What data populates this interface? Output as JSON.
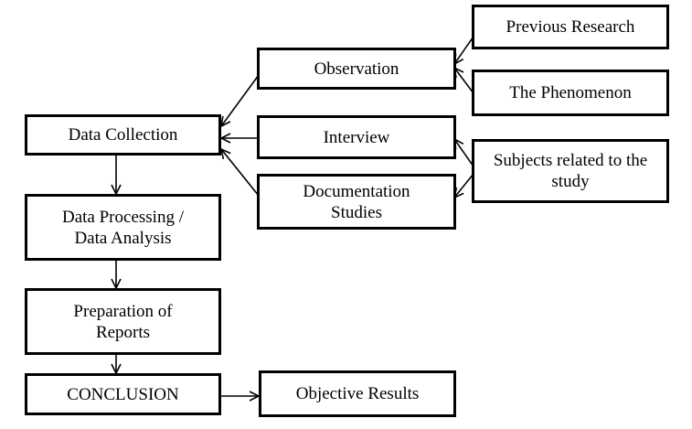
{
  "diagram": {
    "nodes": {
      "previous_research": "Previous Research",
      "the_phenomenon": "The Phenomenon",
      "observation": "Observation",
      "interview": "Interview",
      "documentation_studies": "Documentation Studies",
      "subjects_related": "Subjects related to the study",
      "data_collection": "Data Collection",
      "data_processing": "Data Processing / Data Analysis",
      "preparation_reports": "Preparation of Reports",
      "conclusion": "CONCLUSION",
      "objective_results": "Objective Results"
    },
    "colors": {
      "stroke": "#000000",
      "fill": "#ffffff"
    }
  }
}
